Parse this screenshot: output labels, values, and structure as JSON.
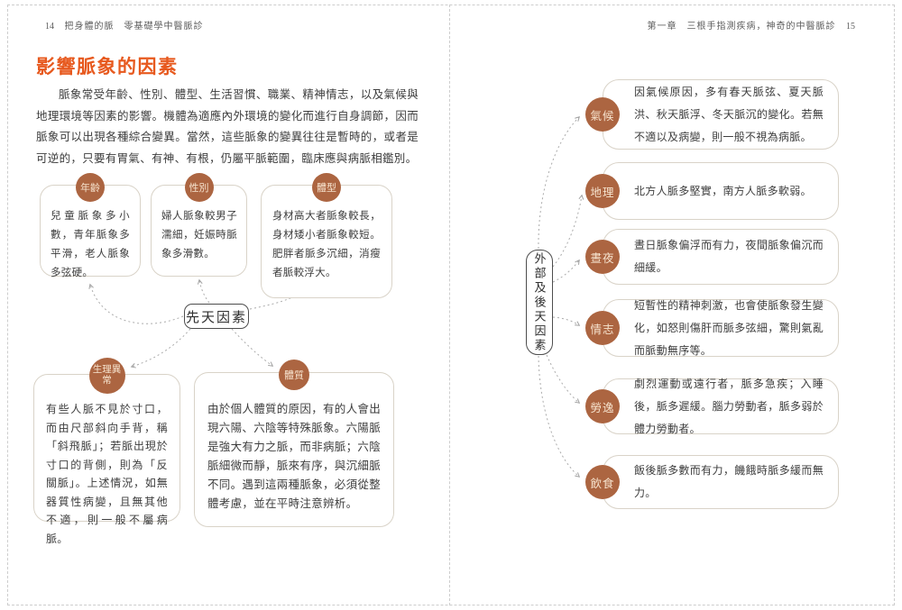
{
  "colors": {
    "title_accent": "#e7591e",
    "badge_fill": "#ac6541",
    "badge_text": "#f6e3ce",
    "box_border": "#d9d3c8",
    "node_border": "#4d4d4d",
    "body_text": "#3d3d3d",
    "dash_line": "#aaaaaa"
  },
  "left_page": {
    "header": {
      "page_num": "14",
      "running_title": "把身體的脈　零基礎學中醫脈診"
    },
    "title": "影響脈象的因素",
    "intro": "脈象常受年齡、性別、體型、生活習慣、職業、精神情志，以及氣候與地理環境等因素的影響。機體為適應內外環境的變化而進行自身調節，因而脈象可以出現各種綜合變異。當然，這些脈象的變異往往是暫時的，或者是可逆的，只要有胃氣、有神、有根，仍屬平脈範圍，臨床應與病脈相鑑別。",
    "center_node": "先天因素",
    "factors": [
      {
        "label": "年齡",
        "text": "兒童脈象多小數，青年脈象多平滑，老人脈象多弦硬。"
      },
      {
        "label": "性別",
        "text": "婦人脈象較男子濡細，妊娠時脈象多滑數。"
      },
      {
        "label": "體型",
        "text": "身材高大者脈象較長，身材矮小者脈象較短。肥胖者脈多沉細，消瘦者脈較浮大。"
      },
      {
        "label": "生理異常",
        "text": "有些人脈不見於寸口，而由尺部斜向手背，稱「斜飛脈」；若脈出現於寸口的背側，則為「反關脈」。上述情況，如無器質性病變，且無其他不適，則一般不屬病脈。"
      },
      {
        "label": "體質",
        "text": "由於個人體質的原因，有的人會出現六陽、六陰等特殊脈象。六陽脈是強大有力之脈，而非病脈；六陰脈細微而靜，脈來有序，與沉細脈不同。遇到這兩種脈象，必須從整體考慮，並在平時注意辨析。"
      }
    ]
  },
  "right_page": {
    "header": {
      "running_title": "第一章　三根手指測疾病，神奇的中醫脈診",
      "page_num": "15"
    },
    "center_node": "外部及後天因素",
    "factors": [
      {
        "label": "氣候",
        "text": "因氣候原因，多有春天脈弦、夏天脈洪、秋天脈浮、冬天脈沉的變化。若無不適以及病變，則一般不視為病脈。"
      },
      {
        "label": "地理",
        "text": "北方人脈多堅實，南方人脈多軟弱。"
      },
      {
        "label": "晝夜",
        "text": "晝日脈象偏浮而有力，夜間脈象偏沉而細緩。"
      },
      {
        "label": "情志",
        "text": "短暫性的精神刺激，也會使脈象發生變化，如怒則傷肝而脈多弦細，驚則氣亂而脈動無序等。"
      },
      {
        "label": "勞逸",
        "text": "劇烈運動或遠行者，脈多急疾；入睡後，脈多遲緩。腦力勞動者，脈多弱於體力勞動者。"
      },
      {
        "label": "飲食",
        "text": "飯後脈多數而有力，饑餓時脈多緩而無力。"
      }
    ]
  }
}
